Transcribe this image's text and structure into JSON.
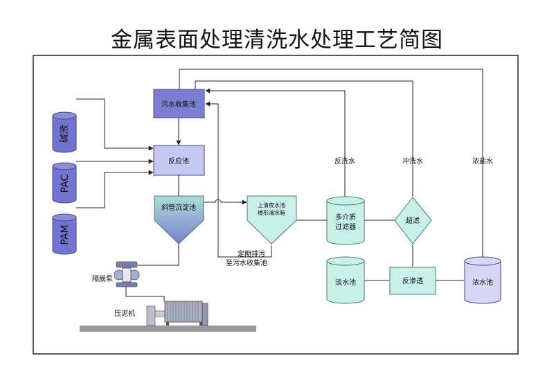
{
  "title": "金属表面处理清洗水处理工艺简图",
  "nodes": {
    "sewage_collection": "污水收集池",
    "reaction": "反应池",
    "inclined_settler": "斜管沉淀池",
    "clear_tank_line1": "上清夜水池",
    "clear_tank_line2": "楼形清水箱",
    "multi_media_line1": "多介质",
    "multi_media_line2": "过滤器",
    "ultrafilter": "超滤",
    "reverse_osmosis": "反渗透",
    "fresh_water": "淡水池",
    "concentrate": "浓水池",
    "alkali": "碱液",
    "pac": "PAC",
    "pam": "PAM",
    "diaphragm_pump": "隔膜泵",
    "filter_press": "压泥机"
  },
  "flow_labels": {
    "backwash": "反洗水",
    "rinse": "冲洗水",
    "brine": "浓盐水",
    "discharge_line1": "定期排污",
    "discharge_line2": "至污水收集池"
  },
  "colors": {
    "collection_fill": "#7b7fd1",
    "reaction_fill": "#c5c8f2",
    "chemical_fill": "#7275cf",
    "settler_top": "#a9ddd6",
    "settler_bottom": "#7d7fd0",
    "teal_fill": "#c9f0e6",
    "teal_stroke": "#4a7a72",
    "concentrate_fill": "#d6d8f5",
    "line": "#222222"
  }
}
